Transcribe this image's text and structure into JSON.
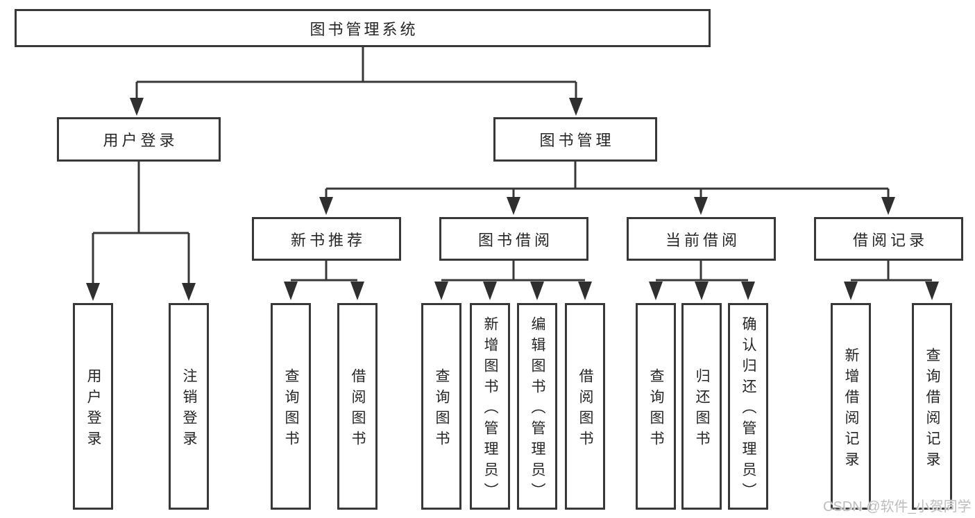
{
  "tree": {
    "label": "图书管理系统",
    "children": [
      {
        "label": "用户登录",
        "children": [
          {
            "label": "用户登录"
          },
          {
            "label": "注销登录"
          }
        ]
      },
      {
        "label": "图书管理",
        "children": [
          {
            "label": "新书推荐",
            "children": [
              {
                "label": "查询图书"
              },
              {
                "label": "借阅图书"
              }
            ]
          },
          {
            "label": "图书借阅",
            "children": [
              {
                "label": "查询图书"
              },
              {
                "label": "新增图书（管理员）"
              },
              {
                "label": "编辑图书（管理员）"
              },
              {
                "label": "借阅图书"
              }
            ]
          },
          {
            "label": "当前借阅",
            "children": [
              {
                "label": "查询图书"
              },
              {
                "label": "归还图书"
              },
              {
                "label": "确认归还（管理员）"
              }
            ]
          },
          {
            "label": "借阅记录",
            "children": [
              {
                "label": "新增借阅记录"
              },
              {
                "label": "查询借阅记录"
              }
            ]
          }
        ]
      }
    ]
  },
  "watermark": {
    "text": "CSDN @软件_小贺同学",
    "color": "#bdbdbd"
  },
  "colors": {
    "line": "#383838",
    "text": "#262626",
    "background": "#ffffff"
  }
}
